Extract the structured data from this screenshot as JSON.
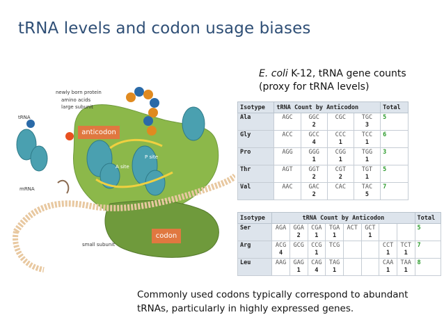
{
  "slide": {
    "title": "tRNA levels and codon usage biases",
    "subtitle_italic": "E. coli",
    "subtitle_rest": " K-12, tRNA gene counts",
    "subtitle_line2": "(proxy for tRNA levels)",
    "caption": "Commonly used codons typically correspond to abundant tRNAs, particularly in highly expressed genes."
  },
  "figure": {
    "labels": {
      "newly_born_protein": "newly born protein",
      "amino_acids": "amino acids",
      "large_subunit": "large subunit",
      "trna": "tRNA",
      "mrna": "mRNA",
      "small_subunit": "small subunit",
      "a_site": "A site",
      "p_site": "P site",
      "anticodon": "anticodon",
      "codon": "codon"
    },
    "colors": {
      "ribosome_large": "#8cb84a",
      "ribosome_small": "#6f9a3c",
      "trna": "#4aa0b0",
      "label_box": "#e07840",
      "bead_blue": "#2a6aa8",
      "bead_orange": "#e08a20"
    }
  },
  "table1": {
    "headers": {
      "isotype": "Isotype",
      "anticodon": "tRNA Count by Anticodon",
      "total": "Total"
    },
    "rows": [
      {
        "isotype": "Ala",
        "cells": [
          {
            "c": "AGC",
            "n": ""
          },
          {
            "c": "GGC",
            "n": "2"
          },
          {
            "c": "CGC",
            "n": ""
          },
          {
            "c": "TGC",
            "n": "3"
          }
        ],
        "total": "5"
      },
      {
        "isotype": "Gly",
        "cells": [
          {
            "c": "ACC",
            "n": ""
          },
          {
            "c": "GCC",
            "n": "4"
          },
          {
            "c": "CCC",
            "n": "1"
          },
          {
            "c": "TCC",
            "n": "1"
          }
        ],
        "total": "6"
      },
      {
        "isotype": "Pro",
        "cells": [
          {
            "c": "AGG",
            "n": ""
          },
          {
            "c": "GGG",
            "n": "1"
          },
          {
            "c": "CGG",
            "n": "1"
          },
          {
            "c": "TGG",
            "n": "1"
          }
        ],
        "total": "3"
      },
      {
        "isotype": "Thr",
        "cells": [
          {
            "c": "AGT",
            "n": ""
          },
          {
            "c": "GGT",
            "n": "2"
          },
          {
            "c": "CGT",
            "n": "2"
          },
          {
            "c": "TGT",
            "n": "1"
          }
        ],
        "total": "5"
      },
      {
        "isotype": "Val",
        "cells": [
          {
            "c": "AAC",
            "n": ""
          },
          {
            "c": "GAC",
            "n": "2"
          },
          {
            "c": "CAC",
            "n": ""
          },
          {
            "c": "TAC",
            "n": "5"
          }
        ],
        "total": "7"
      }
    ]
  },
  "table2": {
    "headers": {
      "isotype": "Isotype",
      "anticodon": "tRNA Count by Anticodon",
      "total": "Total"
    },
    "rows": [
      {
        "isotype": "Ser",
        "cells": [
          {
            "c": "AGA",
            "n": ""
          },
          {
            "c": "GGA",
            "n": "2"
          },
          {
            "c": "CGA",
            "n": "1"
          },
          {
            "c": "TGA",
            "n": "1"
          },
          {
            "c": "ACT",
            "n": ""
          },
          {
            "c": "GCT",
            "n": "1"
          },
          {
            "c": "",
            "n": ""
          },
          {
            "c": "",
            "n": ""
          }
        ],
        "total": "5"
      },
      {
        "isotype": "Arg",
        "cells": [
          {
            "c": "ACG",
            "n": "4"
          },
          {
            "c": "GCG",
            "n": ""
          },
          {
            "c": "CCG",
            "n": "1"
          },
          {
            "c": "TCG",
            "n": ""
          },
          {
            "c": "",
            "n": ""
          },
          {
            "c": "",
            "n": ""
          },
          {
            "c": "CCT",
            "n": "1"
          },
          {
            "c": "TCT",
            "n": "1"
          }
        ],
        "total": "7"
      },
      {
        "isotype": "Leu",
        "cells": [
          {
            "c": "AAG",
            "n": ""
          },
          {
            "c": "GAG",
            "n": "1"
          },
          {
            "c": "CAG",
            "n": "4"
          },
          {
            "c": "TAG",
            "n": "1"
          },
          {
            "c": "",
            "n": ""
          },
          {
            "c": "",
            "n": ""
          },
          {
            "c": "CAA",
            "n": "1"
          },
          {
            "c": "TAA",
            "n": "1"
          }
        ],
        "total": "8"
      }
    ]
  }
}
